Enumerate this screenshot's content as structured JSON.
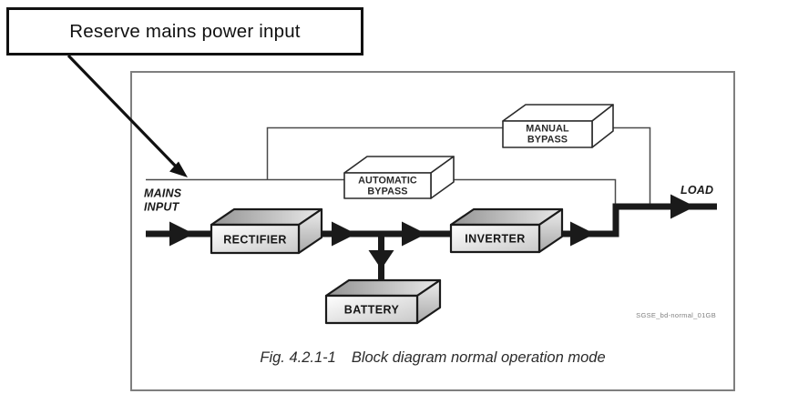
{
  "callout": {
    "text": "Reserve mains power input"
  },
  "labels": {
    "mains_line1": "MAINS",
    "mains_line2": "INPUT",
    "load": "LOAD"
  },
  "blocks": {
    "rectifier": "RECTIFIER",
    "inverter": "INVERTER",
    "battery": "BATTERY",
    "automatic_bypass": {
      "line1": "AUTOMATIC",
      "line2": "BYPASS"
    },
    "manual_bypass": {
      "line1": "MANUAL",
      "line2": "BYPASS"
    }
  },
  "caption": {
    "fig": "Fig. 4.2.1-1",
    "text": "Block diagram normal operation mode"
  },
  "watermark": "SGSE_bd-normal_01GB",
  "colors": {
    "thick_line": "#1a1a1a",
    "thin_line": "#4a4a4a",
    "frame_border": "#7f7f7f",
    "callout_border": "#111111",
    "watermark_text": "#808080"
  }
}
